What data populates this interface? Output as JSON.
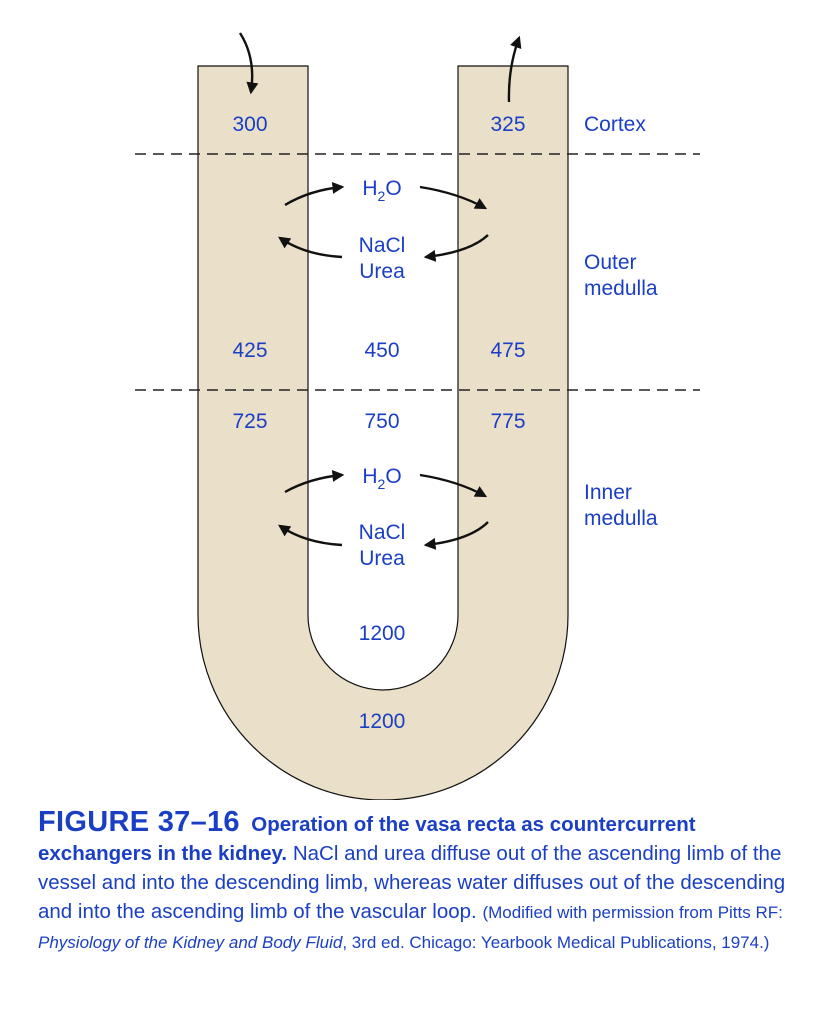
{
  "diagram": {
    "colors": {
      "vessel_fill": "#eadfc8",
      "text": "#1a3fc4",
      "arrow": "#111111",
      "dash": "#222222"
    },
    "zones": {
      "cortex": "Cortex",
      "outer_1": "Outer",
      "outer_2": "medulla",
      "inner_1": "Inner",
      "inner_2": "medulla"
    },
    "values": {
      "cortex_left": "300",
      "cortex_right": "325",
      "outer_left": "425",
      "outer_center": "450",
      "outer_right": "475",
      "inner_left": "725",
      "inner_center": "750",
      "inner_right": "775",
      "lumen_bottom": "1200",
      "vessel_bottom": "1200"
    },
    "exchange": {
      "water_main": "H",
      "water_sub": "2",
      "water_tail": "O",
      "nacl": "NaCl",
      "urea": "Urea"
    }
  },
  "caption": {
    "figure_number": "FIGURE 37–16",
    "title": "Operation of the vasa recta as countercurrent exchangers in the kidney.",
    "body": "NaCl and urea diffuse out of the ascending limb of the vessel and into the descending limb, whereas water diffuses out of the descending and into the ascending limb of the vascular loop.",
    "credit_start": "(Modified with permission from Pitts RF: ",
    "credit_italic": "Physiology of the Kidney and Body Fluid",
    "credit_end": ", 3rd ed. Chicago: Yearbook Medical Publications, 1974.)"
  }
}
